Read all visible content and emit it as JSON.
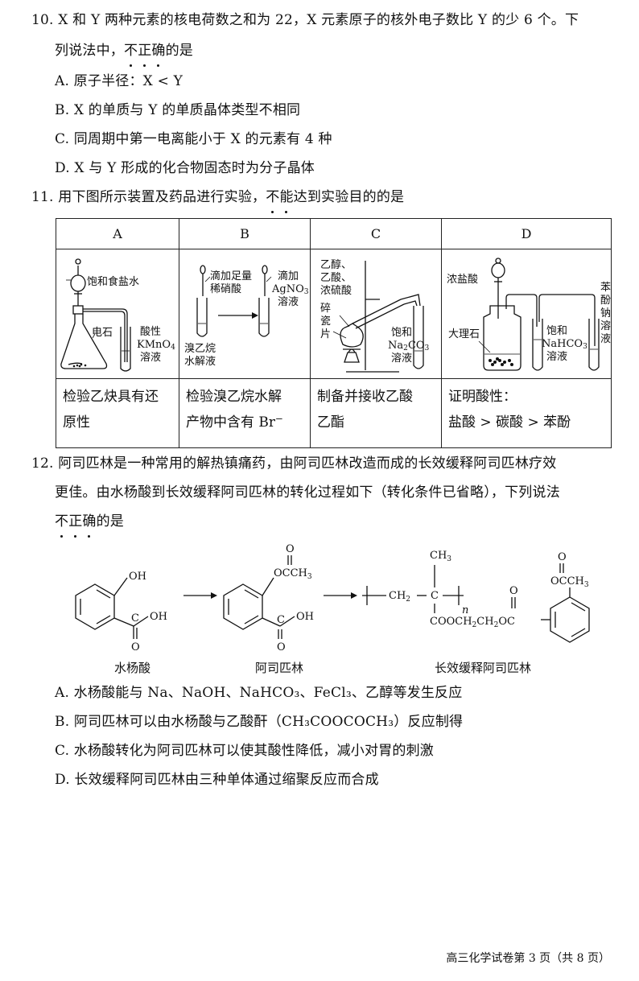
{
  "q10": {
    "stem_line1": "10. X 和 Y 两种元素的核电荷数之和为 22，X 元素原子的核外电子数比 Y 的少 6 个。下",
    "stem_line2_pre": "列说法中，",
    "stem_emph": "不正确",
    "stem_line2_post": "的是",
    "options": [
      "A. 原子半径：X < Y",
      "B. X 的单质与 Y 的单质晶体类型不相同",
      "C. 同周期中第一电离能小于 X 的元素有 4 种",
      "D. X 与 Y 形成的化合物固态时为分子晶体"
    ]
  },
  "q11": {
    "stem_pre": "11. 用下图所示装置及药品进行实验，",
    "stem_emph": "不能",
    "stem_post": "达到实验目的的是",
    "columns": [
      "A",
      "B",
      "C",
      "D"
    ],
    "labels_a": {
      "top": "饱和食盐水",
      "solid": "电石",
      "acid": "酸性",
      "kmno4": "KMnO",
      "kmno4_sub": "4",
      "soln": "溶液"
    },
    "labels_b": {
      "add1": "滴加足量",
      "add1b": "稀硝酸",
      "add2": "滴加",
      "agno3": "AgNO",
      "agno3_sub": "3",
      "soln": "溶液",
      "br1": "溴乙烷",
      "br2": "水解液"
    },
    "labels_c": {
      "r1": "乙醇、",
      "r2": "乙酸、",
      "r3": "浓硫酸",
      "s1": "碎",
      "s2": "瓷",
      "s3": "片",
      "n1": "饱和",
      "na2co3": "Na",
      "na2co3_sub1": "2",
      "na2co3_mid": "CO",
      "na2co3_sub2": "3",
      "soln": "溶液"
    },
    "labels_d": {
      "hcl": "浓盐酸",
      "marble": "大理石",
      "n1": "饱和",
      "nahco3": "NaHCO",
      "nahco3_sub": "3",
      "soln": "溶液",
      "ph1": "苯",
      "ph2": "酚",
      "ph3": "钠",
      "ph4": "溶",
      "ph5": "液"
    },
    "captions": [
      [
        "检验乙炔具有还",
        "原性"
      ],
      [
        "检验溴乙烷水解",
        "产物中含有 Br"
      ],
      [
        "制备并接收乙酸",
        "乙酯"
      ],
      [
        "证明酸性：",
        "盐酸 > 碳酸 > 苯酚"
      ]
    ],
    "caption_b_sup": "−"
  },
  "q12": {
    "stem_line1": "12. 阿司匹林是一种常用的解热镇痛药，由阿司匹林改造而成的长效缓释阿司匹林疗效",
    "stem_line2": "更佳。由水杨酸到长效缓释阿司匹林的转化过程如下（转化条件已省略），下列说法",
    "stem_emph": "不正确",
    "stem_line3_post": "的是",
    "names": [
      "水杨酸",
      "阿司匹林",
      "长效缓释阿司匹林"
    ],
    "struct_text": {
      "oh": "OH",
      "o": "O",
      "c": "C",
      "occh3": "OCCH",
      "occh3_sub": "3",
      "ch3": "CH",
      "ch3_sub": "3",
      "ch2": "CH",
      "ch2_sub": "2",
      "n": "n",
      "ester": "COOCH",
      "ester_sub1": "2",
      "ester_mid": "CH",
      "ester_sub2": "2",
      "ester_end": "OC"
    },
    "options": [
      "A. 水杨酸能与 Na、NaOH、NaHCO₃、FeCl₃、乙醇等发生反应",
      "B. 阿司匹林可以由水杨酸与乙酸酐（CH₃COOCOCH₃）反应制得",
      "C. 水杨酸转化为阿司匹林可以使其酸性降低，减小对胃的刺激",
      "D. 长效缓释阿司匹林由三种单体通过缩聚反应而合成"
    ]
  },
  "footer": "高三化学试卷第 3 页（共 8 页）"
}
